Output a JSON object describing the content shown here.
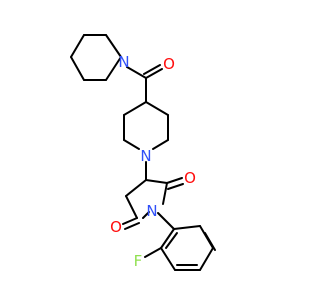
{
  "atoms": {
    "o_carbonyl_top": "O",
    "n_piperidine_top": "N",
    "n_piperidine_mid": "N",
    "o_imide_right": "O",
    "o_imide_left": "O",
    "n_imide": "N",
    "f_aryl": "F"
  },
  "colors": {
    "bond": "#000000",
    "oxygen": "#ff0d0d",
    "nitrogen": "#3050f8",
    "fluorine": "#90e050",
    "background": "#ffffff"
  }
}
